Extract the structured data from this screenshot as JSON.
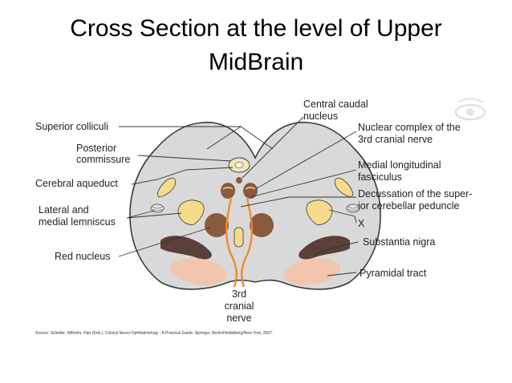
{
  "title": {
    "line1": "Cross Section at the level of Upper",
    "line2": "MidBrain"
  },
  "labels": {
    "superior_colliculi": "Superior colliculi",
    "posterior_commissure_1": "Posterior",
    "posterior_commissure_2": "commissure",
    "cerebral_aqueduct": "Cerebral aqueduct",
    "lateral_medial_lemniscus_1": "Lateral and",
    "lateral_medial_lemniscus_2": "medial lemniscus",
    "red_nucleus": "Red nucleus",
    "central_caudal_nucleus_1": "Central caudal",
    "central_caudal_nucleus_2": "nucleus",
    "nuclear_complex_1": "Nuclear complex of the",
    "nuclear_complex_2": "3rd cranial nerve",
    "medial_longitudinal_1": "Medial longitudinal",
    "medial_longitudinal_2": "fasciculus",
    "decussation_1": "Decussation of the super-",
    "decussation_2": "ior cerebellar peduncle",
    "x": "X",
    "substantia_nigra": "Substantia nigra",
    "pyramidal_tract": "Pyramidal tract",
    "third_nerve_1": "3rd",
    "third_nerve_2": "cranial",
    "third_nerve_3": "nerve"
  },
  "source": "Source: Schiefer, Wilhelm, Hart (Eds.). Clinical Neuro-Ophthalmology - A Practical Guide. Springer, Berlin/Heidelberg/New York, 2007.",
  "colors": {
    "section_fill": "#d9d9da",
    "section_stroke": "#3a3a3a",
    "yellow_nuclei": "#f5dc8c",
    "brown_nuclei": "#8a5a3c",
    "substantia_nigra": "#5a4038",
    "pyramidal_tract": "#f2c6ae",
    "nerve_fibers": "#f08a28",
    "aqueduct": "#f2e7b5"
  },
  "icons": {
    "watermark": "eye-watermark-icon"
  }
}
